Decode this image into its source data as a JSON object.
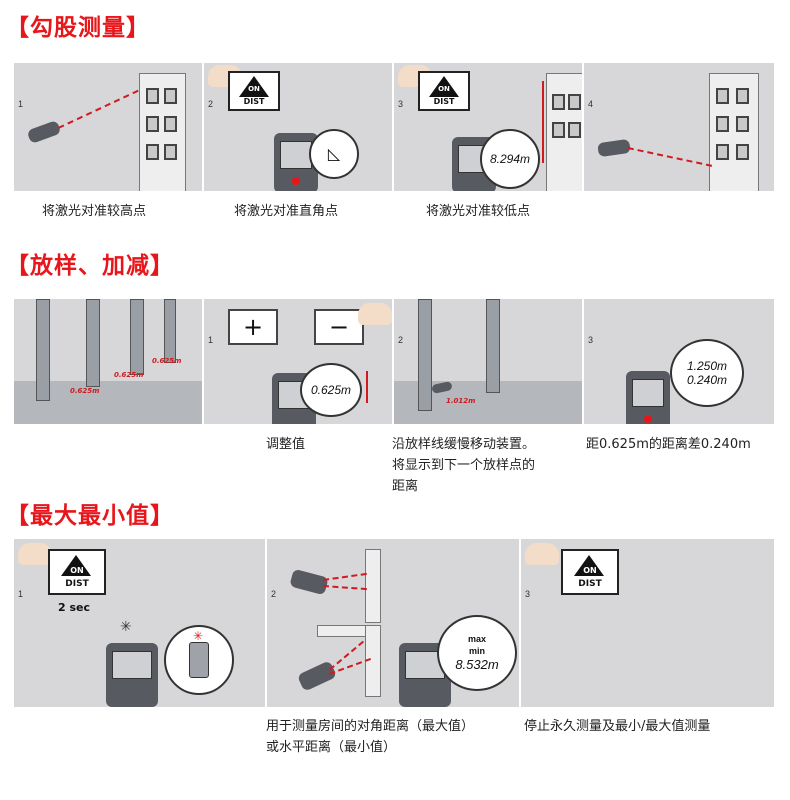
{
  "sections": {
    "pythagoras": {
      "title": "【勾股测量】",
      "steps": [
        "1",
        "2",
        "3",
        "4"
      ],
      "captions": [
        "将激光对准较高点",
        "将激光对准直角点",
        "将激光对准较低点"
      ],
      "button_on": "ON",
      "button_dist": "DIST",
      "reading": "8.294m"
    },
    "stakeout": {
      "title": "【放样、加减】",
      "steps": [
        "1",
        "2",
        "3"
      ],
      "plus": "+",
      "minus": "−",
      "reading": "0.625m",
      "marks": [
        "0.625m",
        "0.625m",
        "0.625m"
      ],
      "move_reading": "1.012m",
      "result_line1": "1.250m",
      "result_line2": "0.240m",
      "captions": {
        "adjust": "调整值",
        "move_line1": "沿放样线缓慢移动装置。",
        "move_line2": "将显示到下一个放样点的",
        "move_line3": "距离",
        "diff": "距0.625m的距离差0.240m"
      }
    },
    "minmax": {
      "title": "【最大最小值】",
      "steps": [
        "1",
        "2",
        "3"
      ],
      "button_on": "ON",
      "button_dist": "DIST",
      "hold": "2 sec",
      "max": "max",
      "min": "min",
      "reading": "8.532m",
      "captions": {
        "measure_line1": "用于测量房间的对角距离（最大值）",
        "measure_line2": "或水平距离（最小值）",
        "stop": "停止永久测量及最小/最大值测量"
      }
    }
  }
}
